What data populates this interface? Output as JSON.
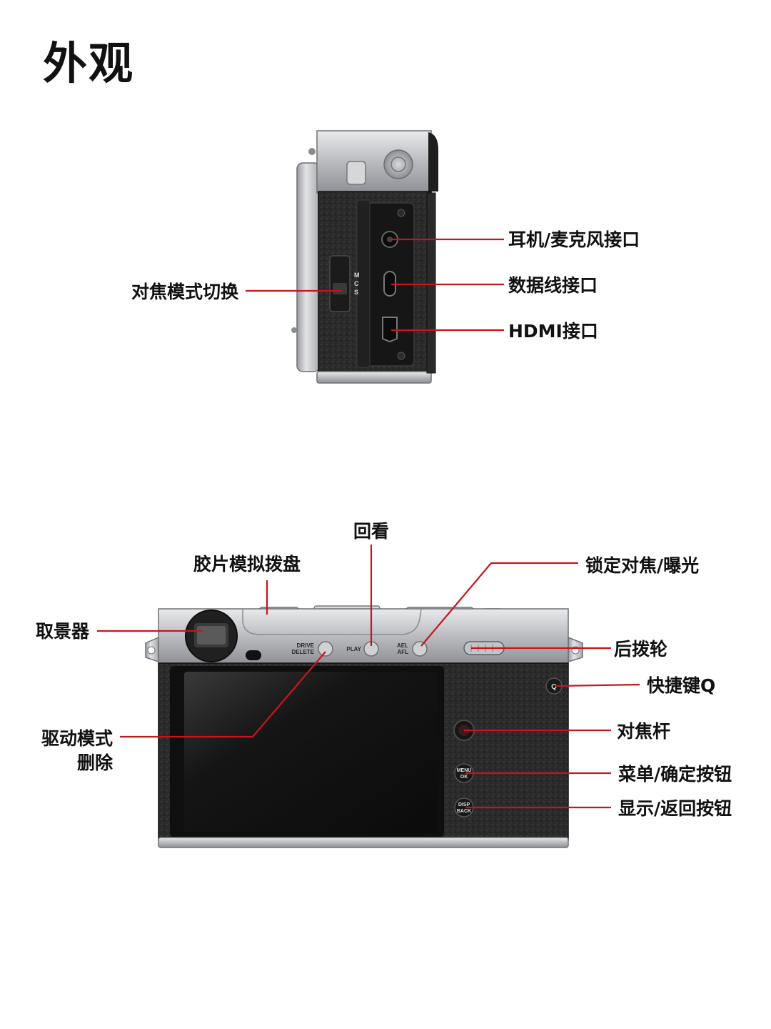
{
  "page": {
    "title": "外观"
  },
  "side_view": {
    "labels": {
      "headphone_mic_port": "耳机/麦克风接口",
      "data_cable_port": "数据线接口",
      "hdmi_port": "HDMI接口",
      "focus_mode_switch": "对焦模式切换"
    },
    "switch_marks": [
      "M",
      "C",
      "S"
    ]
  },
  "rear_view": {
    "labels": {
      "playback": "回看",
      "film_simulation_dial": "胶片模拟拨盘",
      "ael_afl_lock": "锁定对焦/曝光",
      "viewfinder": "取景器",
      "rear_command_dial": "后拨轮",
      "quick_menu_button": "快捷键Q",
      "drive_mode_delete_line1": "驱动模式",
      "drive_mode_delete_line2": "删除",
      "focus_lever": "对焦杆",
      "menu_ok_button": "菜单/确定按钮",
      "disp_back_button": "显示/返回按钮"
    },
    "button_marks": {
      "drive_1": "DRIVE",
      "drive_2": "DELETE",
      "play": "PLAY",
      "ael": "AEL",
      "afl": "AFL",
      "q": "Q",
      "menu_1": "MENU",
      "menu_2": "OK",
      "disp_1": "DISP",
      "disp_2": "BACK"
    }
  },
  "colors": {
    "leader": "#c8141e",
    "body_silver": "#c9cacc",
    "leather": "#2b2b2b",
    "screen": "#1a1a1a"
  }
}
